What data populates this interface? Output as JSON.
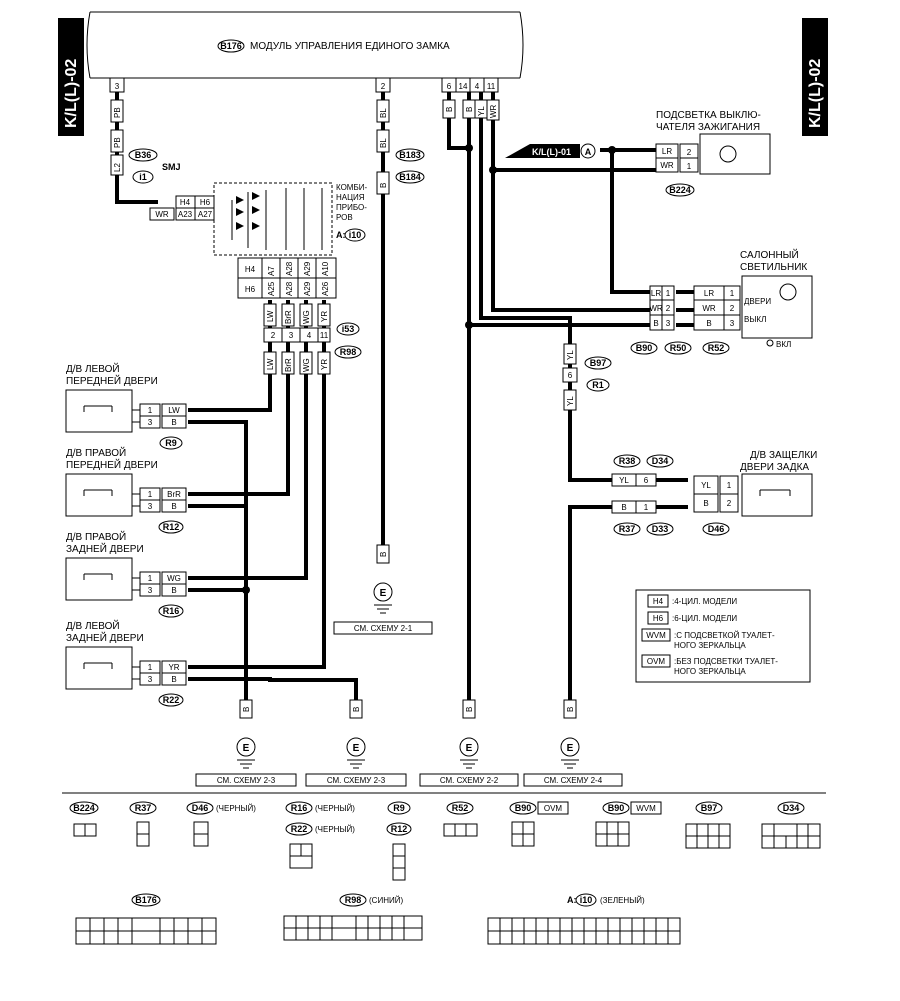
{
  "sheet": {
    "code": "K/L(L)-02"
  },
  "module": {
    "ref": "B176",
    "title": "МОДУЛЬ УПРАВЛЕНИЯ ЕДИНОГО ЗАМКА",
    "pins": [
      "3",
      "2",
      "6",
      "14",
      "4",
      "11"
    ]
  },
  "wires": {
    "pb": "PB",
    "bl": "BL",
    "b": "B",
    "yl": "YL",
    "wr": "WR",
    "lr": "LR",
    "lw": "LW",
    "brr": "BrR",
    "wg": "WG",
    "yr": "YR"
  },
  "connectors": {
    "b36": "B36",
    "i1": "i1",
    "smj": "SMJ",
    "l2": "L2",
    "b183": "B183",
    "b184": "B184",
    "i53": "i53",
    "r98": "R98",
    "r9": "R9",
    "r12": "R12",
    "r16": "R16",
    "r22": "R22",
    "b97": "B97",
    "r1": "R1",
    "r38": "R38",
    "d34": "D34",
    "r37": "R37",
    "d33": "D33",
    "d46": "D46",
    "b90": "B90",
    "r50": "R50",
    "r52": "R52",
    "b224": "B224",
    "i10_a": "A:",
    "i10": "i10"
  },
  "cluster": {
    "title_l1": "КОМБИ-",
    "title_l2": "НАЦИЯ",
    "title_l3": "ПРИБО-",
    "title_l4": "РОВ",
    "h4": "H4",
    "h6": "H6",
    "in_h4": "A23",
    "in_h6": "A27",
    "h4_pins": [
      "A7",
      "A28",
      "A29",
      "A10"
    ],
    "h6_pins": [
      "A25",
      "A28",
      "A29",
      "A26"
    ],
    "out_pins": [
      "2",
      "3",
      "4",
      "11"
    ]
  },
  "switches": {
    "lf_l1": "Д/В ЛЕВОЙ",
    "lf_l2": "ПЕРЕДНЕЙ ДВЕРИ",
    "rf_l1": "Д/В ПРАВОЙ",
    "rf_l2": "ПЕРЕДНЕЙ ДВЕРИ",
    "rr_l1": "Д/В ПРАВОЙ",
    "rr_l2": "ЗАДНЕЙ ДВЕРИ",
    "lr_l1": "Д/В ЛЕВОЙ",
    "lr_l2": "ЗАДНЕЙ ДВЕРИ",
    "pin1": "1",
    "pin3": "3"
  },
  "ignition": {
    "title_l1": "ПОДСВЕТКА ВЫКЛЮ-",
    "title_l2": "ЧАТЕЛЯ ЗАЖИГАНИЯ",
    "link_label": "K/L(L)-01",
    "link_letter": "A",
    "pin2": "2",
    "pin1": "1"
  },
  "room_light": {
    "title_l1": "САЛОННЫЙ",
    "title_l2": "СВЕТИЛЬНИК",
    "door": "ДВЕРИ",
    "off": "ВЫКЛ",
    "on": "ВКЛ",
    "pins": [
      "1",
      "2",
      "3"
    ]
  },
  "trunk": {
    "title_l1": "Д/В ЗАЩЕЛКИ",
    "title_l2": "ДВЕРИ ЗАДКА",
    "pin6": "6",
    "pin1": "1",
    "pin2": "2"
  },
  "grounds": {
    "e": "E",
    "g1": "СМ. СХЕМУ 2-1",
    "g2": "СМ. СХЕМУ 2-3",
    "g3": "СМ. СХЕМУ 2-3",
    "g4": "СМ. СХЕМУ 2-2",
    "g5": "СМ. СХЕМУ 2-4"
  },
  "legend": {
    "h4_key": "H4",
    "h4_text": ":4-ЦИЛ. МОДЕЛИ",
    "h6_key": "H6",
    "h6_text": ":6-ЦИЛ. МОДЕЛИ",
    "wvm_key": "WVM",
    "wvm_text_l1": ":С ПОДСВЕТКОЙ ТУАЛЕТ-",
    "wvm_text_l2": "НОГО ЗЕРКАЛЬЦА",
    "ovm_key": "OVM",
    "ovm_text_l1": ":БЕЗ ПОДСВЕТКИ ТУАЛЕТ-",
    "ovm_text_l2": "НОГО ЗЕРКАЛЬЦА"
  },
  "views": {
    "black": "(ЧЕРНЫЙ)",
    "blue": "(СИНИЙ)",
    "green": "(ЗЕЛЕНЫЙ)",
    "ovm": "OVM",
    "wvm": "WVM"
  },
  "accent_colors": {
    "ink": "#000000",
    "paper": "#ffffff"
  }
}
